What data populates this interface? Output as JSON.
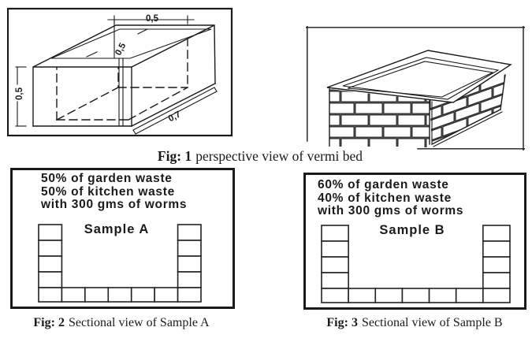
{
  "figure1": {
    "caption": {
      "label": "Fig: 1",
      "text": "perspective view of vermi bed"
    },
    "dims": {
      "top": "0,5",
      "inner": "0,5",
      "left": "0,5",
      "bottom": "0,7"
    }
  },
  "figure2": {
    "box_lines": [
      "50% of garden waste",
      "50% of kitchen waste",
      "with 300 gms of worms"
    ],
    "sample_label": "Sample A",
    "caption": {
      "label": "Fig: 2",
      "text": "Sectional view of Sample A"
    }
  },
  "figure3": {
    "box_lines": [
      "60% of garden waste",
      "40% of kitchen waste",
      "with 300 gms of worms"
    ],
    "sample_label": "Sample B",
    "caption": {
      "label": "Fig: 3",
      "text": "Sectional view of Sample B"
    }
  },
  "colors": {
    "ink": "#1a1a1a",
    "paper": "#ffffff"
  }
}
